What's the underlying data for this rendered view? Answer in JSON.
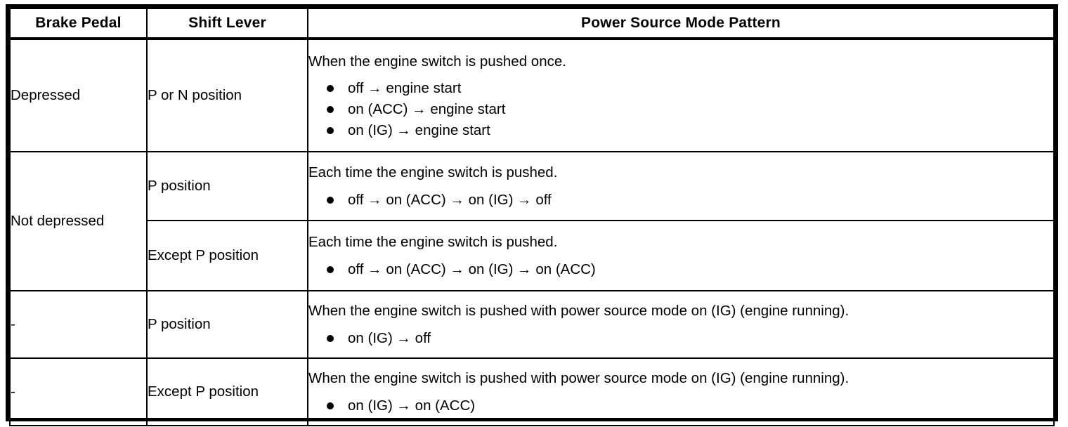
{
  "table": {
    "columns": [
      {
        "key": "brake_pedal",
        "label": "Brake Pedal"
      },
      {
        "key": "shift_lever",
        "label": "Shift Lever"
      },
      {
        "key": "power_source_mode_pattern",
        "label": "Power Source Mode Pattern"
      }
    ],
    "rows": [
      {
        "brake_pedal": "Depressed",
        "brake_rowspan": 1,
        "shift_lever": "P or N position",
        "lead": "When the engine switch is pushed once.",
        "bullets": [
          "off → engine start",
          "on (ACC) → engine start",
          "on (IG) → engine start"
        ]
      },
      {
        "brake_pedal": "Not depressed",
        "brake_rowspan": 2,
        "shift_lever": "P position",
        "lead": "Each time the engine switch is pushed.",
        "bullets": [
          "off → on (ACC) → on (IG) → off"
        ]
      },
      {
        "brake_pedal": null,
        "brake_rowspan": 0,
        "shift_lever": "Except P position",
        "lead": "Each time the engine switch is pushed.",
        "bullets": [
          "off → on (ACC) → on (IG) → on (ACC)"
        ]
      },
      {
        "brake_pedal": "-",
        "brake_rowspan": 1,
        "shift_lever": "P position",
        "lead": "When the engine switch is pushed with power source mode on (IG) (engine running).",
        "bullets": [
          "on (IG) → off"
        ]
      },
      {
        "brake_pedal": "-",
        "brake_rowspan": 1,
        "shift_lever": "Except P position",
        "lead": "When the engine switch is pushed with power source mode on (IG) (engine running).",
        "bullets": [
          "on (IG) → on (ACC)"
        ]
      }
    ]
  },
  "style": {
    "border_color": "#000000",
    "text_color": "#000000",
    "background": "#ffffff"
  }
}
